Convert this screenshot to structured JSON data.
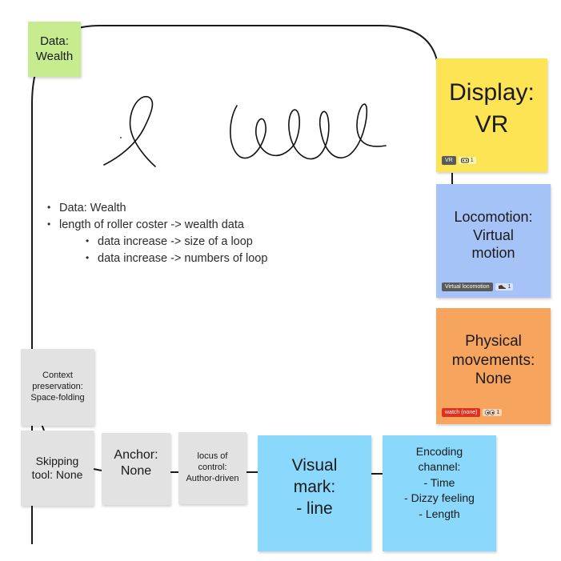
{
  "notes": {
    "data": {
      "text": "Data:\nWealth",
      "color": "#c7ec8f"
    },
    "display": {
      "text": "Display:\nVR",
      "color": "#fde454",
      "tag": "VR",
      "tag_color": "#5a5a5a",
      "reaction_icon": "vr-headset-icon",
      "reaction_count": "1"
    },
    "locomotion": {
      "text": "Locomotion:\nVirtual\nmotion",
      "color": "#a6c3f8",
      "tag": "Virtual locomotion",
      "tag_color": "#5a5a5a",
      "reaction_icon": "shoe-icon",
      "reaction_count": "1"
    },
    "physical": {
      "text": "Physical\nmovements:\nNone",
      "color": "#f7a45e",
      "tag": "watch (none)",
      "tag_color": "#e0311f",
      "reaction_icon": "eyes-icon",
      "reaction_count": "1"
    },
    "context": {
      "text": "Context\npreservation:\nSpace-folding",
      "color": "#e2e2e2"
    },
    "skipping": {
      "text": "Skipping\ntool: None",
      "color": "#e2e2e2"
    },
    "anchor": {
      "text": "Anchor:\nNone",
      "color": "#e2e2e2"
    },
    "locus": {
      "text": "locus of\ncontrol:\nAuthor-driven",
      "color": "#e2e2e2"
    },
    "visual": {
      "text": "Visual\nmark:\n- line",
      "color": "#8ad8fb"
    },
    "encoding": {
      "text": "Encoding\nchannel:\n- Time\n- Dizzy feeling\n- Length",
      "color": "#8ad8fb"
    }
  },
  "bullets": [
    "Data: Wealth",
    "length of roller coster -> wealth data",
    "data increase -> size of a loop",
    "data increase -> numbers of loop"
  ]
}
